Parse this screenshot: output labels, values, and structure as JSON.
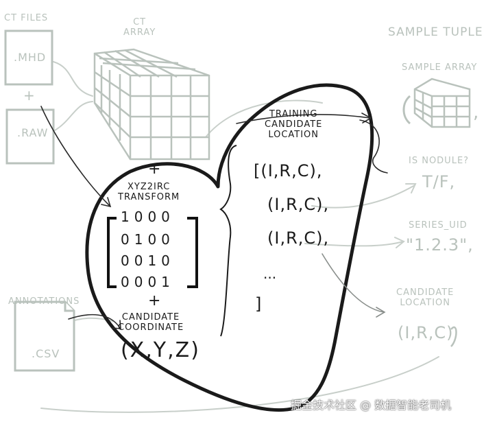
{
  "labels": {
    "ct_files": "CT FILES",
    "mhd": ".MHD",
    "plus": "+",
    "raw": ".RAW",
    "annotations": "ANNOTATIONS",
    "csv": ".CSV",
    "ct_array": "CT\nARRAY",
    "transform": "XYZ2IRC\nTRANSFORM",
    "candidate_coordinate": "CANDIDATE\nCOORDINATE",
    "xyz": "(X,Y,Z)",
    "training_location": "TRAINING\nCANDIDATE\nLOCATION",
    "sample_tuple": "SAMPLE TUPLE",
    "sample_array": "SAMPLE ARRAY",
    "comma": ",",
    "is_nodule": "IS NODULE?",
    "tf": "T/F,",
    "series_uid": "SERIES_UID",
    "uid_value": "\"1.2.3\",",
    "candidate_location": "CANDIDATE\nLOCATION",
    "irc_value": "(I,R,C)",
    "watermark": "掘金技术社区 @ 数据智能老司机"
  },
  "matrix": [
    "1000",
    "0100",
    "0010",
    "0001"
  ],
  "location_list": [
    "[(I,R,C),",
    "(I,R,C),",
    "(I,R,C),",
    "...",
    "]"
  ]
}
